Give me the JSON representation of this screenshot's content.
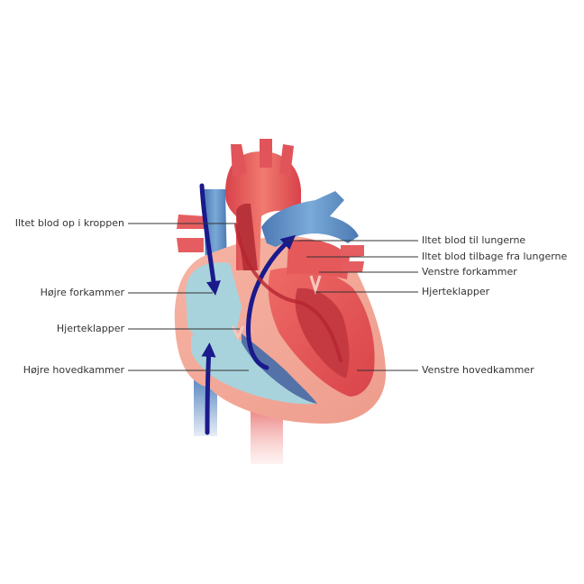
{
  "labels": {
    "left": [
      "Iltet blod op i kroppen",
      "Højre forkammer",
      "Hjerteklapper",
      "Højre hovedkammer"
    ],
    "right": [
      "Iltet blod til lungerne",
      "Iltet blod tilbage fra lungerne",
      "Venstre forkammer",
      "Hjerteklapper",
      "Venstre hovedkammer"
    ]
  },
  "colors": {
    "heart_outer": "#f3a99a",
    "heart_red": "#e85e5e",
    "heart_dark_red": "#c9353d",
    "blue_chamber": "#a9d4de",
    "blue_dark": "#4d6fa0",
    "vessel_blue": "#5a8cc4",
    "arrow": "#1a1a8c",
    "label_text": "#333333",
    "leader_line": "#333333"
  }
}
